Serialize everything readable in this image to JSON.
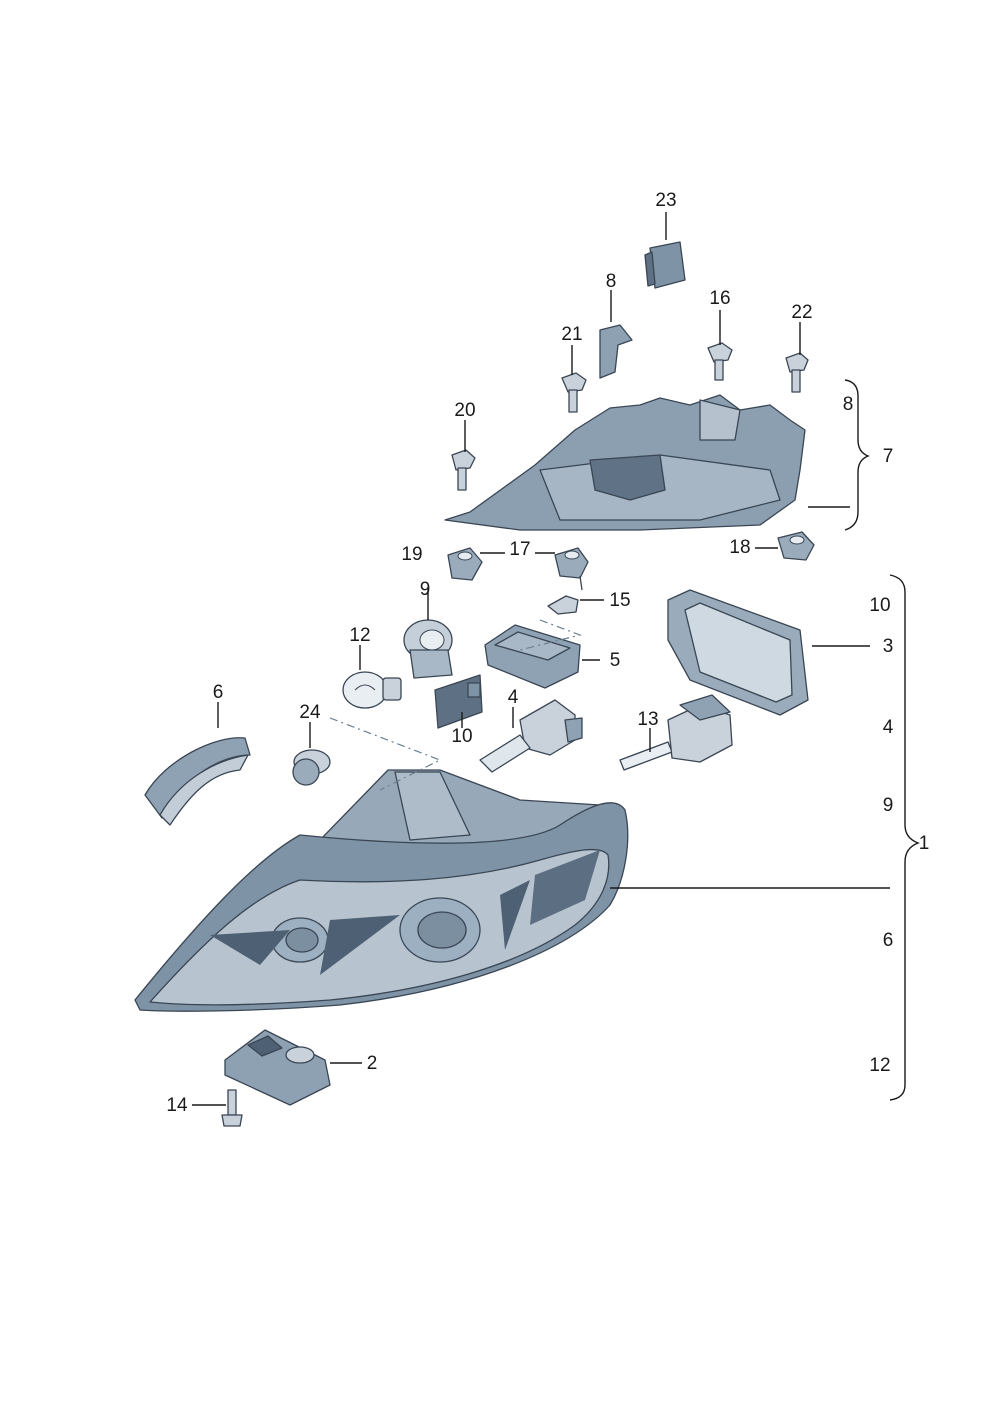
{
  "callouts": {
    "c23": "23",
    "c8a": "8",
    "c16": "16",
    "c22": "22",
    "c21": "21",
    "c20": "20",
    "c8b": "8",
    "c7": "7",
    "c19": "19",
    "c17": "17",
    "c18": "18",
    "c9a": "9",
    "c15": "15",
    "c10a": "10",
    "c12": "12",
    "c3": "3",
    "c5": "5",
    "c6a": "6",
    "c24": "24",
    "c4a": "4",
    "c10b": "10",
    "c13": "13",
    "c4b": "4",
    "c9b": "9",
    "c1": "1",
    "c6b": "6",
    "c2": "2",
    "c14": "14",
    "c12b": "12"
  },
  "colors": {
    "housing": "#7f93a6",
    "housing_dark": "#5e7184",
    "housing_light": "#b9c6d2",
    "metal": "#c9d2da",
    "line": "#1a1a1a"
  }
}
